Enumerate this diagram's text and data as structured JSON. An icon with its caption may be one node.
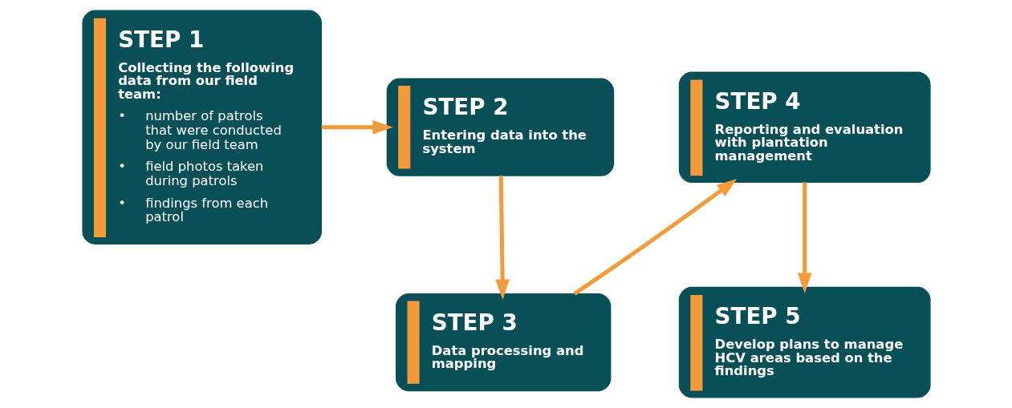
{
  "diagram": {
    "nodes": [
      {
        "text": [
          "STEP 1",
          "Collecting the following data from our field team:",
          "• number of patrols that were conducted by our field team",
          "• field photos taken during patrols",
          "• findings from each patrol"
        ]
      },
      {
        "text": [
          "STEP 2",
          "Entering data into the system"
        ]
      },
      {
        "text": [
          "STEP 3",
          "Data processing and mapping"
        ]
      },
      {
        "text": [
          "STEP 4",
          "Reporting and evaluation with plantation management"
        ]
      },
      {
        "text": [
          "STEP 5",
          "Develop plans to manage HCV areas based on the findings"
        ]
      }
    ],
    "edges": [
      {
        "from": 0,
        "to": 1,
        "arrow": "to"
      },
      {
        "from": 1,
        "to": 2,
        "arrow": "to"
      },
      {
        "from": 2,
        "to": 3,
        "arrow": "to"
      },
      {
        "from": 3,
        "to": 4,
        "arrow": "to"
      }
    ]
  }
}
